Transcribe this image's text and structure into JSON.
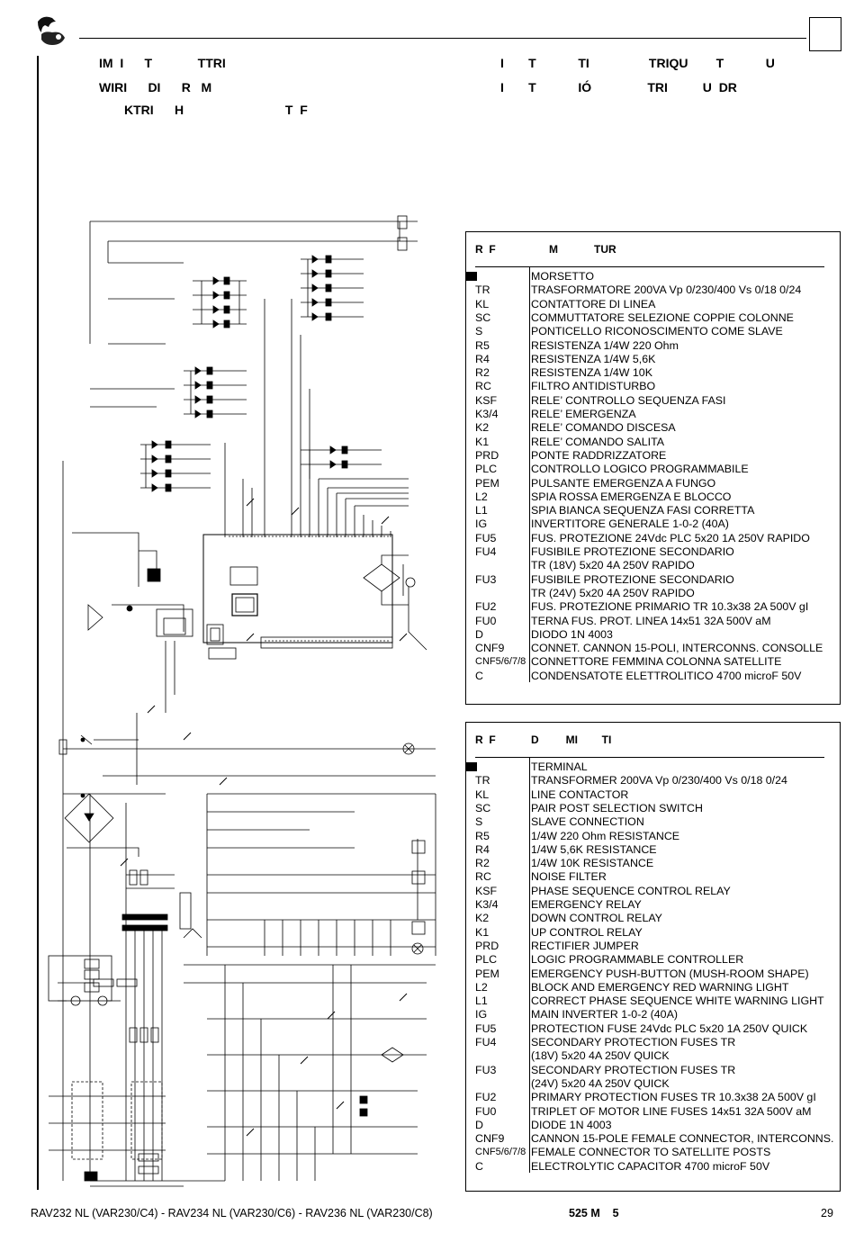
{
  "header": {
    "left_line1": "IM  I      T             TTRI",
    "left_line2": "WIRI      DI      R   M",
    "left_line3": "KTRI      H                             T  F",
    "right_line1": "I       T            TI                 TRIQU        T            U",
    "right_line2": "I       T            IÓ                TRI          U  DR"
  },
  "legend_it": {
    "col_ref": "R  F",
    "col_desc": "M            TUR",
    "rows": [
      {
        "code": "■",
        "desc": "MORSETTO"
      },
      {
        "code": "TR",
        "desc": "TRASFORMATORE 200VA Vp 0/230/400 Vs 0/18 0/24"
      },
      {
        "code": "KL",
        "desc": "CONTATTORE DI LINEA"
      },
      {
        "code": "SC",
        "desc": "COMMUTTATORE SELEZIONE COPPIE COLONNE"
      },
      {
        "code": "S",
        "desc": "PONTICELLO RICONOSCIMENTO COME SLAVE"
      },
      {
        "code": "R5",
        "desc": "RESISTENZA 1/4W 220 Ohm"
      },
      {
        "code": "R4",
        "desc": "RESISTENZA 1/4W 5,6K"
      },
      {
        "code": "R2",
        "desc": "RESISTENZA 1/4W 10K"
      },
      {
        "code": "RC",
        "desc": "FILTRO ANTIDISTURBO"
      },
      {
        "code": "KSF",
        "desc": "RELE’ CONTROLLO SEQUENZA FASI"
      },
      {
        "code": "K3/4",
        "desc": "RELE’ EMERGENZA"
      },
      {
        "code": "K2",
        "desc": "RELE’ COMANDO DISCESA"
      },
      {
        "code": "K1",
        "desc": "RELE’ COMANDO SALITA"
      },
      {
        "code": "PRD",
        "desc": "PONTE RADDRIZZATORE"
      },
      {
        "code": "PLC",
        "desc": "CONTROLLO LOGICO PROGRAMMABILE"
      },
      {
        "code": "PEM",
        "desc": "PULSANTE EMERGENZA A FUNGO"
      },
      {
        "code": "L2",
        "desc": "SPIA ROSSA EMERGENZA E BLOCCO"
      },
      {
        "code": "L1",
        "desc": "SPIA BIANCA SEQUENZA FASI CORRETTA"
      },
      {
        "code": "IG",
        "desc": "INVERTITORE GENERALE 1-0-2 (40A)"
      },
      {
        "code": "FU5",
        "desc": "FUS. PROTEZIONE 24Vdc PLC 5x20 1A 250V RAPIDO"
      },
      {
        "code": "FU4",
        "desc": "FUSIBILE PROTEZIONE  SECONDARIO"
      },
      {
        "code": "",
        "desc": "TR (18V) 5x20 4A 250V RAPIDO"
      },
      {
        "code": "FU3",
        "desc": "FUSIBILE PROTEZIONE  SECONDARIO"
      },
      {
        "code": "",
        "desc": "TR (24V) 5x20 4A 250V RAPIDO"
      },
      {
        "code": "FU2",
        "desc": "FUS. PROTEZIONE  PRIMARIO TR 10.3x38 2A  500V  gI"
      },
      {
        "code": "FU0",
        "desc": "TERNA FUS. PROT.  LINEA 14x51 32A 500V aM"
      },
      {
        "code": "D",
        "desc": "DIODO 1N 4003"
      },
      {
        "code": "CNF9",
        "desc": "CONNET. CANNON 15-POLI, INTERCONNS. CONSOLLE"
      },
      {
        "code": "CNF5/6/7/8",
        "desc": "CONNETTORE FEMMINA COLONNA SATELLITE"
      },
      {
        "code": "C",
        "desc": "CONDENSATOTE  ELETTROLITICO 4700 microF 50V"
      }
    ]
  },
  "legend_en": {
    "col_ref": "R  F",
    "col_desc": "D         MI        TI",
    "rows": [
      {
        "code": "■",
        "desc": "TERMINAL"
      },
      {
        "code": "TR",
        "desc": "TRANSFORMER 200VA Vp 0/230/400 Vs 0/18 0/24"
      },
      {
        "code": "KL",
        "desc": "LINE CONTACTOR"
      },
      {
        "code": "SC",
        "desc": "PAIR POST SELECTION SWITCH"
      },
      {
        "code": "S",
        "desc": "SLAVE CONNECTION"
      },
      {
        "code": "R5",
        "desc": "1/4W 220 Ohm RESISTANCE"
      },
      {
        "code": "R4",
        "desc": "1/4W 5,6K RESISTANCE"
      },
      {
        "code": "R2",
        "desc": "1/4W 10K RESISTANCE"
      },
      {
        "code": "RC",
        "desc": "NOISE FILTER"
      },
      {
        "code": "KSF",
        "desc": "PHASE SEQUENCE CONTROL RELAY"
      },
      {
        "code": "K3/4",
        "desc": "EMERGENCY RELAY"
      },
      {
        "code": "K2",
        "desc": "DOWN CONTROL RELAY"
      },
      {
        "code": "K1",
        "desc": "UP CONTROL RELAY"
      },
      {
        "code": "PRD",
        "desc": "RECTIFIER JUMPER"
      },
      {
        "code": "PLC",
        "desc": "LOGIC PROGRAMMABLE CONTROLLER"
      },
      {
        "code": "PEM",
        "desc": "EMERGENCY PUSH-BUTTON (MUSH-ROOM SHAPE)"
      },
      {
        "code": "L2",
        "desc": "BLOCK AND EMERGENCY RED WARNING LIGHT"
      },
      {
        "code": "L1",
        "desc": "CORRECT PHASE SEQUENCE  WHITE WARNING LIGHT"
      },
      {
        "code": "IG",
        "desc": "MAIN INVERTER 1-0-2 (40A)"
      },
      {
        "code": "FU5",
        "desc": "PROTECTION FUSE 24Vdc PLC 5x20 1A 250V QUICK"
      },
      {
        "code": "FU4",
        "desc": "SECONDARY PROTECTION FUSES TR"
      },
      {
        "code": "",
        "desc": "(18V) 5x20 4A 250V QUICK"
      },
      {
        "code": "FU3",
        "desc": "SECONDARY PROTECTION FUSES TR"
      },
      {
        "code": "",
        "desc": "(24V) 5x20 4A 250V QUICK"
      },
      {
        "code": "FU2",
        "desc": "PRIMARY PROTECTION FUSES TR 10.3x38 2A  500V  gI"
      },
      {
        "code": "FU0",
        "desc": "TRIPLET OF MOTOR LINE FUSES 14x51 32A 500V aM"
      },
      {
        "code": "D",
        "desc": "DIODE 1N 4003"
      },
      {
        "code": "CNF9",
        "desc": "CANNON 15-POLE FEMALE CONNECTOR, INTERCONNS."
      },
      {
        "code": "CNF5/6/7/8",
        "desc": "FEMALE CONNECTOR TO SATELLITE POSTS"
      },
      {
        "code": "C",
        "desc": "ELECTROLYTIC  CAPACITOR  4700 microF 50V"
      }
    ]
  },
  "footer": {
    "models": "RAV232 NL (VAR230/C4) - RAV234 NL (VAR230/C6) - RAV236 NL (VAR230/C8)",
    "doc": "525 M    5",
    "page": "29"
  }
}
